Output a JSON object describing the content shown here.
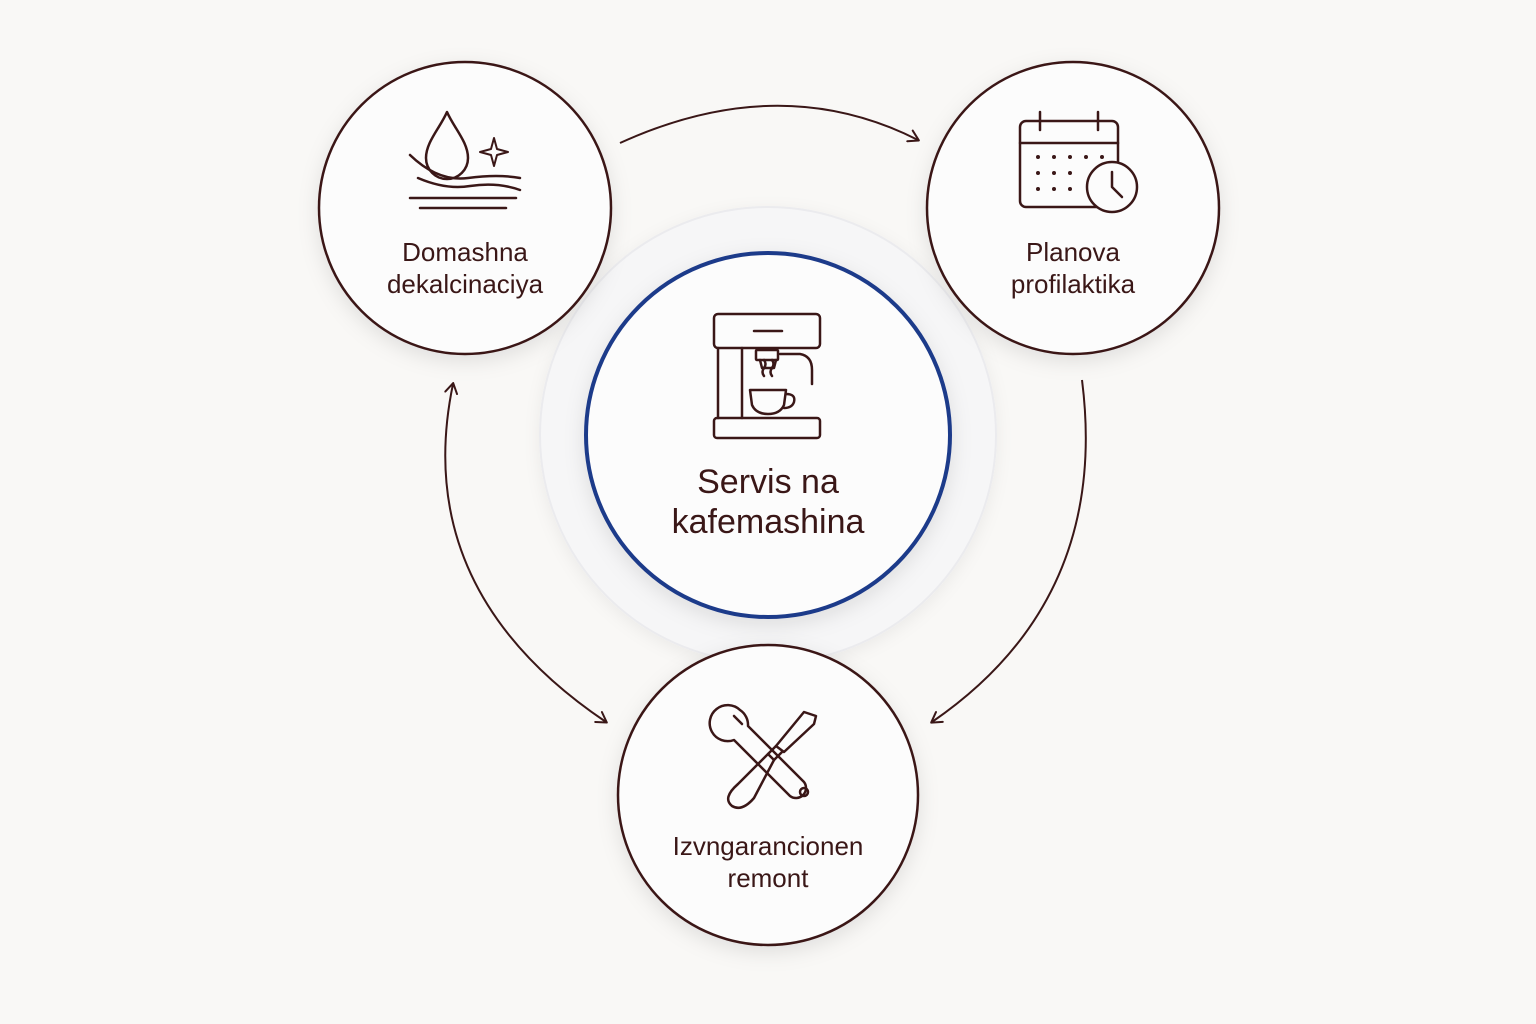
{
  "diagram": {
    "center": {
      "label_line1": "Servis na",
      "label_line2": "kafemashina",
      "icon": "coffee-machine-icon",
      "ring_color": "#1e3a8a"
    },
    "nodes": [
      {
        "id": "decalcification",
        "label_line1": "Domashna",
        "label_line2": "dekalcinaciya",
        "icon": "water-drop-sparkle-icon"
      },
      {
        "id": "prophylaxis",
        "label_line1": "Planova",
        "label_line2": "profilaktika",
        "icon": "calendar-clock-icon"
      },
      {
        "id": "repair",
        "label_line1": "Izvngarancionen",
        "label_line2": "remont",
        "icon": "wrench-screwdriver-icon"
      }
    ],
    "connections": [
      {
        "from": "decalcification",
        "to": "prophylaxis",
        "direction": "forward"
      },
      {
        "from": "prophylaxis",
        "to": "repair",
        "direction": "forward"
      },
      {
        "from": "repair",
        "to": "decalcification",
        "direction": "both"
      }
    ],
    "colors": {
      "stroke": "#3a1717",
      "text": "#3a1717",
      "background": "#f9f8f6",
      "accent": "#1e3a8a"
    }
  }
}
